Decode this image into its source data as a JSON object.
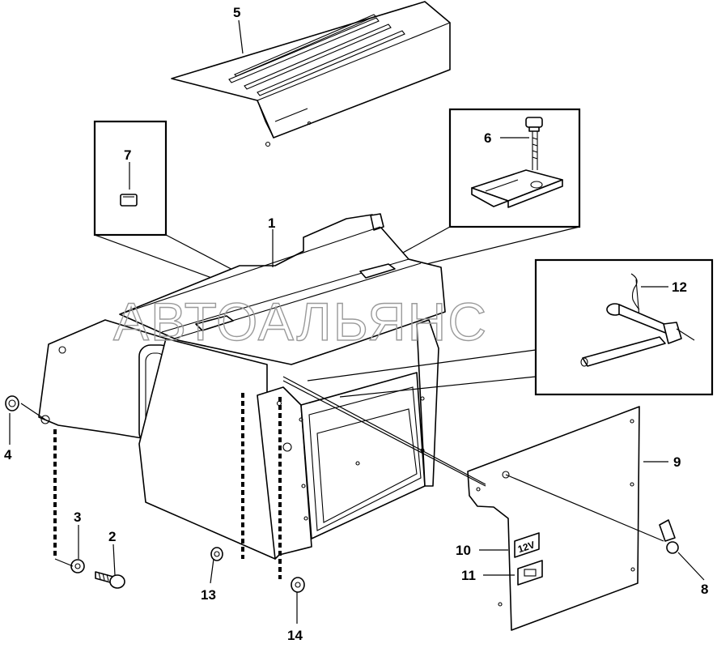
{
  "watermark": "АВТОАЛЬЯНС",
  "callouts": {
    "c1": "1",
    "c2": "2",
    "c3": "3",
    "c4": "4",
    "c5": "5",
    "c6": "6",
    "c7": "7",
    "c8": "8",
    "c9": "9",
    "c10": "10",
    "c11": "11",
    "c12": "12",
    "c13": "13",
    "c14": "14"
  },
  "plate_label": "12V"
}
